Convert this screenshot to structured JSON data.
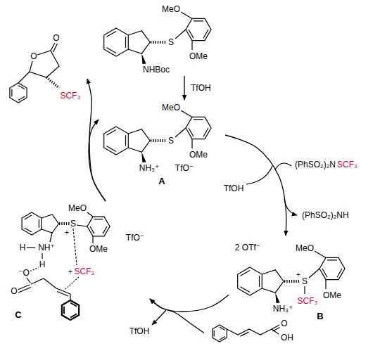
{
  "diagram": {
    "nodes": [
      {
        "text": [
          "MeO",
          "S",
          "OMe",
          "NHBoc"
        ]
      },
      {
        "text": [
          "O",
          "O",
          "SCF₃"
        ]
      },
      {
        "text": [
          "MeO",
          "S",
          "OMe",
          "NH₃⁺",
          "TfO⁻",
          "A"
        ]
      },
      {
        "text": [
          "MeO",
          "S",
          "+",
          "OMe",
          "TfO⁻",
          "H",
          "NH⁺",
          "H",
          "⁻O",
          "O",
          "+",
          "SCF₃",
          "C"
        ]
      },
      {
        "text": [
          "2 OTf⁻",
          "MeO",
          "+",
          "S",
          "SCF₃",
          "OMe",
          "NH₃⁺",
          "B"
        ]
      },
      {
        "text": [
          "O",
          "OH"
        ]
      }
    ],
    "edges": [
      {
        "from": 0,
        "to": 2,
        "arrow": "to",
        "label": "TfOH"
      },
      {
        "from": 2,
        "to": 4,
        "arrow": "to"
      },
      {
        "from": 4,
        "to": 3,
        "arrow": "to"
      },
      {
        "from": 5,
        "to": 3,
        "arrow": "to"
      },
      {
        "from": 3,
        "to": 2,
        "arrow": "to"
      },
      {
        "from": 3,
        "to": 1,
        "arrow": "to"
      }
    ],
    "labels": [
      "TfOH",
      "(PhSO₂)₂N",
      "SCF₃",
      "(PhSO₂)₂NH",
      "TfOH"
    ]
  }
}
